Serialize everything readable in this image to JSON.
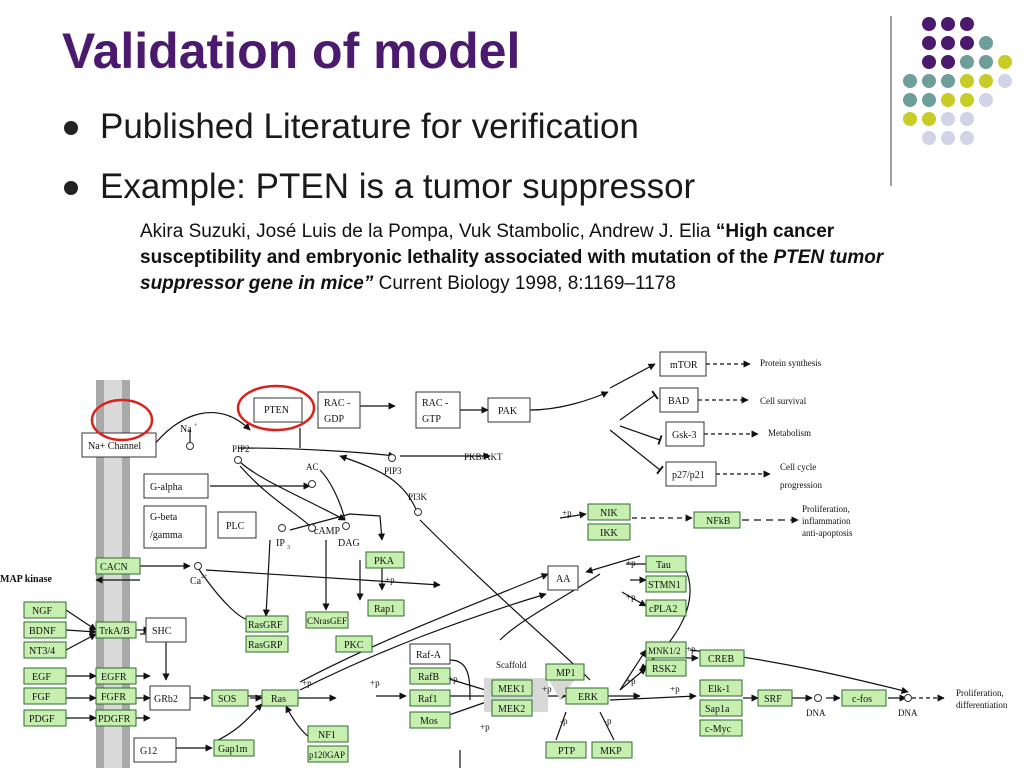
{
  "slide": {
    "title": "Validation of model",
    "bullets": [
      "Published Literature for verification",
      "Example: PTEN is a tumor suppressor"
    ],
    "citation": {
      "authors": "Akira Suzuki, José Luis de la Pompa, Vuk Stambolic, Andrew J. Elia ",
      "title_part1": "“High cancer susceptibility and embryonic lethality associated with mutation of the ",
      "title_italic": "PTEN tumor suppressor gene in mice”",
      "journal": "  Current Biology 1998, 8:1169–1178"
    }
  },
  "colors": {
    "title": "#4b1a6e",
    "dot_purple": "#4b1a6e",
    "dot_teal": "#6e9e9a",
    "dot_lime": "#c8cc26",
    "dot_lavender": "#d3d3e8",
    "node_green": "#c7efb0",
    "node_green_border": "#2d6b2d",
    "highlight_circle": "#d9221c"
  },
  "decoration": {
    "dot_grid": [
      [
        "purple",
        "purple",
        "purple"
      ],
      [
        "purple",
        "purple",
        "purple",
        "teal"
      ],
      [
        "purple",
        "purple",
        "teal",
        "teal",
        "lime"
      ],
      [
        "teal",
        "teal",
        "teal",
        "lime",
        "lime",
        "lavender"
      ],
      [
        "teal",
        "teal",
        "lime",
        "lime",
        "lavender"
      ],
      [
        "lime",
        "lime",
        "lavender",
        "lavender"
      ],
      [
        "lavender",
        "lavender",
        "lavender"
      ]
    ]
  },
  "pathway": {
    "labels": {
      "mtor": "mTOR",
      "bad": "BAD",
      "gsk3": "Gsk-3",
      "p27": "p27/p21",
      "protein_synthesis": "Protein synthesis",
      "cell_survival": "Cell survival",
      "metabolism": "Metabolism",
      "cell_cycle_1": "Cell cycle",
      "cell_cycle_2": "progression",
      "na_channel": "Na+ Channel",
      "na": "Na",
      "na_sup": "+",
      "pten": "PTEN",
      "rac_gdp_1": "RAC -",
      "rac_gdp_2": "GDP",
      "rac_gtp_1": "RAC -",
      "rac_gtp_2": "GTP",
      "pak": "PAK",
      "pkb_akt": "PKB/AKT",
      "pip2": "PIP2",
      "pip3": "PIP3",
      "pi3k": "PI3K",
      "ac": "AC",
      "g_alpha": "G-alpha",
      "g_beta_1": "G-beta",
      "g_beta_2": "/gamma",
      "plc": "PLC",
      "ip3": "IP",
      "ip3_sub": "3",
      "camp": "cAMP",
      "dag": "DAG",
      "nik": "NIK",
      "ikk": "IKK",
      "nfkb": "NFkB",
      "prolif_1": "Proliferation,",
      "prolif_2": "inflammation",
      "prolif_3": "anti-apoptosis",
      "pka": "PKA",
      "rap1": "Rap1",
      "aa": "AA",
      "tau": "Tau",
      "stmn1": "STMN1",
      "cpla2": "cPLA2",
      "cacn": "CACN",
      "ca": "Ca",
      "ca_sup": "2+",
      "map_kinase": "MAP kinase",
      "ngf": "NGF",
      "bdnf": "BDNF",
      "nt34": "NT3/4",
      "egf": "EGF",
      "fgf": "FGF",
      "pdgf": "PDGF",
      "trka": "TrkA/B",
      "egfr": "EGFR",
      "fgfr": "FGFR",
      "pdgfr": "PDGFR",
      "shc": "SHC",
      "grb2": "GRb2",
      "sos": "SOS",
      "ras": "Ras",
      "rasgrf": "RasGRF",
      "rasgrp": "RasGRP",
      "cnrasgef": "CNrasGEF",
      "pkc": "PKC",
      "nf1": "NF1",
      "p120gap": "p120GAP",
      "gap1m": "Gap1m",
      "g12": "G12",
      "raf_a": "Raf-A",
      "rafb": "RafB",
      "raf1": "Raf1",
      "mos": "Mos",
      "scaffold": "Scaffold",
      "mp1": "MP1",
      "mek1": "MEK1",
      "mek2": "MEK2",
      "erk": "ERK",
      "ptp": "PTP",
      "mkp": "MKP",
      "mnk12": "MNK1/2",
      "rsk2": "RSK2",
      "creb": "CREB",
      "elk1": "Elk-1",
      "sap1a": "Sap1a",
      "cmyc": "c-Myc",
      "srf": "SRF",
      "dna": "DNA",
      "cfos": "c-fos",
      "final_1": "Proliferation,",
      "final_2": "differentiation",
      "plus_p": "+p",
      "minus_p": "-p"
    }
  }
}
